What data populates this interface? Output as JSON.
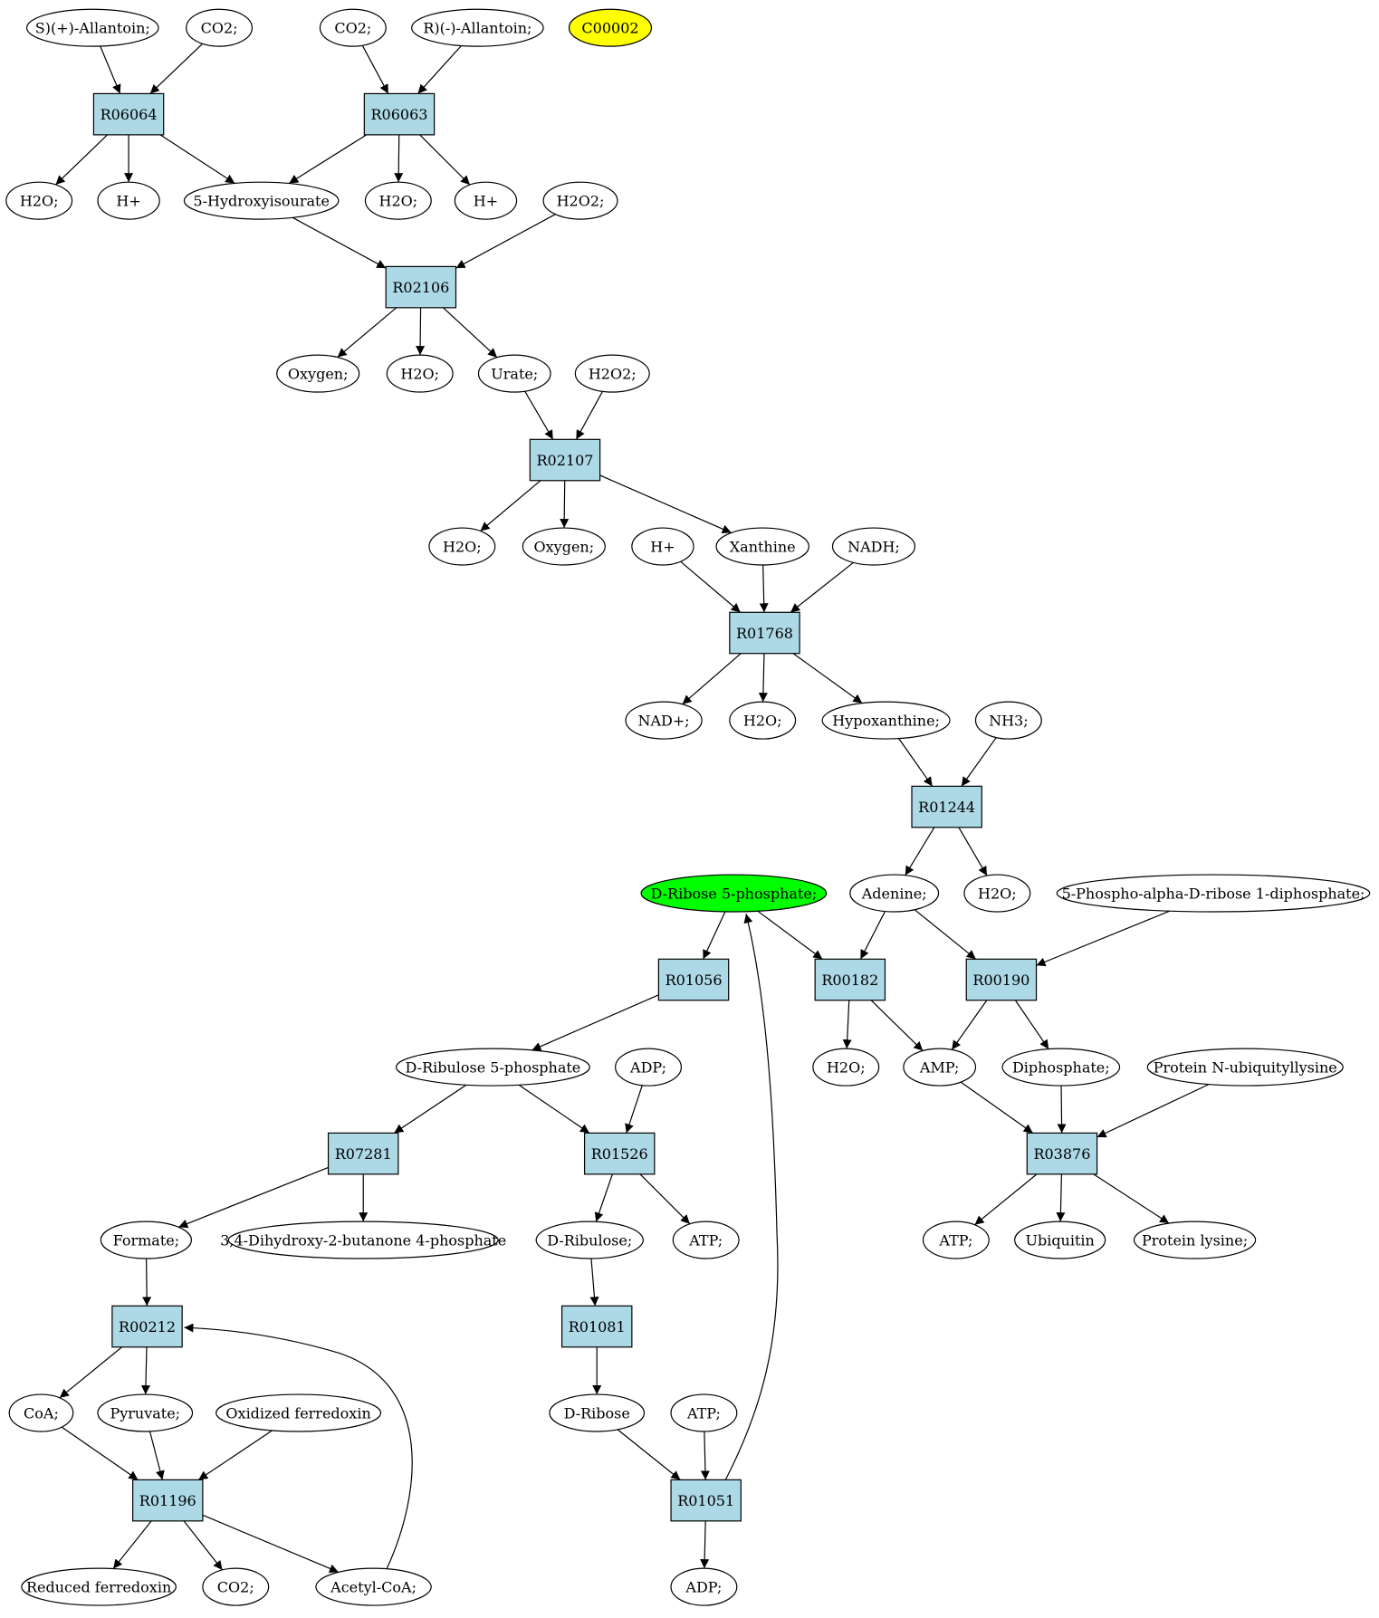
{
  "colors": {
    "reaction_fill": "#add8e6",
    "compound_fill": "#ffffff",
    "query_fill": "#ffff00",
    "target_fill": "#00ff00",
    "stroke": "#000000"
  },
  "nodes": [
    {
      "id": "c_s_allantoin",
      "label": "S)(+)-Allantoin;",
      "kind": "compound"
    },
    {
      "id": "c_co2_a",
      "label": "CO2;",
      "kind": "compound"
    },
    {
      "id": "c_co2_b",
      "label": "CO2;",
      "kind": "compound"
    },
    {
      "id": "c_r_allantoin",
      "label": "R)(-)-Allantoin;",
      "kind": "compound"
    },
    {
      "id": "c_c00002",
      "label": "C00002",
      "kind": "query"
    },
    {
      "id": "r_R06064",
      "label": "R06064",
      "kind": "reaction"
    },
    {
      "id": "r_R06063",
      "label": "R06063",
      "kind": "reaction"
    },
    {
      "id": "c_h2o_a",
      "label": "H2O;",
      "kind": "compound"
    },
    {
      "id": "c_hplus_a",
      "label": "H+",
      "kind": "compound"
    },
    {
      "id": "c_hydroxyisourate",
      "label": "5-Hydroxyisourate",
      "kind": "compound"
    },
    {
      "id": "c_h2o_b",
      "label": "H2O;",
      "kind": "compound"
    },
    {
      "id": "c_hplus_b",
      "label": "H+",
      "kind": "compound"
    },
    {
      "id": "c_h2o2_a",
      "label": "H2O2;",
      "kind": "compound"
    },
    {
      "id": "r_R02106",
      "label": "R02106",
      "kind": "reaction"
    },
    {
      "id": "c_oxygen_a",
      "label": "Oxygen;",
      "kind": "compound"
    },
    {
      "id": "c_h2o_c",
      "label": "H2O;",
      "kind": "compound"
    },
    {
      "id": "c_urate",
      "label": "Urate;",
      "kind": "compound"
    },
    {
      "id": "c_h2o2_b",
      "label": "H2O2;",
      "kind": "compound"
    },
    {
      "id": "r_R02107",
      "label": "R02107",
      "kind": "reaction"
    },
    {
      "id": "c_h2o_d",
      "label": "H2O;",
      "kind": "compound"
    },
    {
      "id": "c_oxygen_b",
      "label": "Oxygen;",
      "kind": "compound"
    },
    {
      "id": "c_hplus_c",
      "label": "H+",
      "kind": "compound"
    },
    {
      "id": "c_xanthine",
      "label": "Xanthine",
      "kind": "compound"
    },
    {
      "id": "c_nadh",
      "label": "NADH;",
      "kind": "compound"
    },
    {
      "id": "r_R01768",
      "label": "R01768",
      "kind": "reaction"
    },
    {
      "id": "c_nadplus",
      "label": "NAD+;",
      "kind": "compound"
    },
    {
      "id": "c_h2o_e",
      "label": "H2O;",
      "kind": "compound"
    },
    {
      "id": "c_hypoxanthine",
      "label": "Hypoxanthine;",
      "kind": "compound"
    },
    {
      "id": "c_nh3",
      "label": "NH3;",
      "kind": "compound"
    },
    {
      "id": "r_R01244",
      "label": "R01244",
      "kind": "reaction"
    },
    {
      "id": "c_ribose5p",
      "label": "D-Ribose 5-phosphate;",
      "kind": "target"
    },
    {
      "id": "c_adenine",
      "label": "Adenine;",
      "kind": "compound"
    },
    {
      "id": "c_h2o_f",
      "label": "H2O;",
      "kind": "compound"
    },
    {
      "id": "c_prpp",
      "label": "5-Phospho-alpha-D-ribose 1-diphosphate;",
      "kind": "compound"
    },
    {
      "id": "r_R01056",
      "label": "R01056",
      "kind": "reaction"
    },
    {
      "id": "r_R00182",
      "label": "R00182",
      "kind": "reaction"
    },
    {
      "id": "r_R00190",
      "label": "R00190",
      "kind": "reaction"
    },
    {
      "id": "c_ribulose5p",
      "label": "D-Ribulose 5-phosphate",
      "kind": "compound"
    },
    {
      "id": "c_adp_a",
      "label": "ADP;",
      "kind": "compound"
    },
    {
      "id": "c_h2o_g",
      "label": "H2O;",
      "kind": "compound"
    },
    {
      "id": "c_amp",
      "label": "AMP;",
      "kind": "compound"
    },
    {
      "id": "c_diphosphate",
      "label": "Diphosphate;",
      "kind": "compound"
    },
    {
      "id": "c_prot_ub",
      "label": "Protein N-ubiquityllysine",
      "kind": "compound"
    },
    {
      "id": "r_R07281",
      "label": "R07281",
      "kind": "reaction"
    },
    {
      "id": "r_R01526",
      "label": "R01526",
      "kind": "reaction"
    },
    {
      "id": "r_R03876",
      "label": "R03876",
      "kind": "reaction"
    },
    {
      "id": "c_formate",
      "label": "Formate;",
      "kind": "compound"
    },
    {
      "id": "c_dhbp",
      "label": "3,4-Dihydroxy-2-butanone 4-phosphate",
      "kind": "compound"
    },
    {
      "id": "c_ribulose",
      "label": "D-Ribulose;",
      "kind": "compound"
    },
    {
      "id": "c_atp_a",
      "label": "ATP;",
      "kind": "compound"
    },
    {
      "id": "c_atp_b",
      "label": "ATP;",
      "kind": "compound"
    },
    {
      "id": "c_ubiquitin",
      "label": "Ubiquitin",
      "kind": "compound"
    },
    {
      "id": "c_prot_lys",
      "label": "Protein lysine;",
      "kind": "compound"
    },
    {
      "id": "r_R00212",
      "label": "R00212",
      "kind": "reaction"
    },
    {
      "id": "r_R01081",
      "label": "R01081",
      "kind": "reaction"
    },
    {
      "id": "c_coa",
      "label": "CoA;",
      "kind": "compound"
    },
    {
      "id": "c_pyruvate",
      "label": "Pyruvate;",
      "kind": "compound"
    },
    {
      "id": "c_oxfd",
      "label": "Oxidized ferredoxin",
      "kind": "compound"
    },
    {
      "id": "c_ribose",
      "label": "D-Ribose",
      "kind": "compound"
    },
    {
      "id": "c_atp_c",
      "label": "ATP;",
      "kind": "compound"
    },
    {
      "id": "r_R01196",
      "label": "R01196",
      "kind": "reaction"
    },
    {
      "id": "r_R01051",
      "label": "R01051",
      "kind": "reaction"
    },
    {
      "id": "c_redfd",
      "label": "Reduced ferredoxin",
      "kind": "compound"
    },
    {
      "id": "c_co2_c",
      "label": "CO2;",
      "kind": "compound"
    },
    {
      "id": "c_acetylcoa",
      "label": "Acetyl-CoA;",
      "kind": "compound"
    },
    {
      "id": "c_adp_b",
      "label": "ADP;",
      "kind": "compound"
    }
  ],
  "edges": [
    {
      "from": "c_s_allantoin",
      "to": "r_R06064"
    },
    {
      "from": "c_co2_a",
      "to": "r_R06064"
    },
    {
      "from": "c_co2_b",
      "to": "r_R06063"
    },
    {
      "from": "c_r_allantoin",
      "to": "r_R06063"
    },
    {
      "from": "r_R06064",
      "to": "c_h2o_a"
    },
    {
      "from": "r_R06064",
      "to": "c_hplus_a"
    },
    {
      "from": "r_R06064",
      "to": "c_hydroxyisourate"
    },
    {
      "from": "r_R06063",
      "to": "c_hydroxyisourate"
    },
    {
      "from": "r_R06063",
      "to": "c_h2o_b"
    },
    {
      "from": "r_R06063",
      "to": "c_hplus_b"
    },
    {
      "from": "c_hydroxyisourate",
      "to": "r_R02106"
    },
    {
      "from": "c_h2o2_a",
      "to": "r_R02106"
    },
    {
      "from": "r_R02106",
      "to": "c_oxygen_a"
    },
    {
      "from": "r_R02106",
      "to": "c_h2o_c"
    },
    {
      "from": "r_R02106",
      "to": "c_urate"
    },
    {
      "from": "c_urate",
      "to": "r_R02107"
    },
    {
      "from": "c_h2o2_b",
      "to": "r_R02107"
    },
    {
      "from": "r_R02107",
      "to": "c_h2o_d"
    },
    {
      "from": "r_R02107",
      "to": "c_oxygen_b"
    },
    {
      "from": "r_R02107",
      "to": "c_xanthine"
    },
    {
      "from": "c_hplus_c",
      "to": "r_R01768"
    },
    {
      "from": "c_xanthine",
      "to": "r_R01768"
    },
    {
      "from": "c_nadh",
      "to": "r_R01768"
    },
    {
      "from": "r_R01768",
      "to": "c_nadplus"
    },
    {
      "from": "r_R01768",
      "to": "c_h2o_e"
    },
    {
      "from": "r_R01768",
      "to": "c_hypoxanthine"
    },
    {
      "from": "c_hypoxanthine",
      "to": "r_R01244"
    },
    {
      "from": "c_nh3",
      "to": "r_R01244"
    },
    {
      "from": "r_R01244",
      "to": "c_adenine"
    },
    {
      "from": "r_R01244",
      "to": "c_h2o_f"
    },
    {
      "from": "c_ribose5p",
      "to": "r_R01056"
    },
    {
      "from": "c_ribose5p",
      "to": "r_R00182"
    },
    {
      "from": "c_adenine",
      "to": "r_R00182"
    },
    {
      "from": "c_adenine",
      "to": "r_R00190"
    },
    {
      "from": "c_prpp",
      "to": "r_R00190"
    },
    {
      "from": "r_R01056",
      "to": "c_ribulose5p"
    },
    {
      "from": "r_R00182",
      "to": "c_h2o_g"
    },
    {
      "from": "r_R00182",
      "to": "c_amp"
    },
    {
      "from": "r_R00190",
      "to": "c_amp"
    },
    {
      "from": "r_R00190",
      "to": "c_diphosphate"
    },
    {
      "from": "c_ribulose5p",
      "to": "r_R07281"
    },
    {
      "from": "c_ribulose5p",
      "to": "r_R01526"
    },
    {
      "from": "c_adp_a",
      "to": "r_R01526"
    },
    {
      "from": "c_amp",
      "to": "r_R03876"
    },
    {
      "from": "c_diphosphate",
      "to": "r_R03876"
    },
    {
      "from": "c_prot_ub",
      "to": "r_R03876"
    },
    {
      "from": "r_R07281",
      "to": "c_formate"
    },
    {
      "from": "r_R07281",
      "to": "c_dhbp"
    },
    {
      "from": "r_R01526",
      "to": "c_ribulose"
    },
    {
      "from": "r_R01526",
      "to": "c_atp_a"
    },
    {
      "from": "r_R03876",
      "to": "c_atp_b"
    },
    {
      "from": "r_R03876",
      "to": "c_ubiquitin"
    },
    {
      "from": "r_R03876",
      "to": "c_prot_lys"
    },
    {
      "from": "c_formate",
      "to": "r_R00212"
    },
    {
      "from": "c_ribulose",
      "to": "r_R01081"
    },
    {
      "from": "r_R00212",
      "to": "c_coa"
    },
    {
      "from": "r_R00212",
      "to": "c_pyruvate"
    },
    {
      "from": "r_R01081",
      "to": "c_ribose"
    },
    {
      "from": "c_coa",
      "to": "r_R01196"
    },
    {
      "from": "c_pyruvate",
      "to": "r_R01196"
    },
    {
      "from": "c_oxfd",
      "to": "r_R01196"
    },
    {
      "from": "c_ribose",
      "to": "r_R01051"
    },
    {
      "from": "c_atp_c",
      "to": "r_R01051"
    },
    {
      "from": "r_R01196",
      "to": "c_redfd"
    },
    {
      "from": "r_R01196",
      "to": "c_co2_c"
    },
    {
      "from": "r_R01196",
      "to": "c_acetylcoa"
    },
    {
      "from": "r_R01051",
      "to": "c_adp_b"
    },
    {
      "from": "c_acetylcoa",
      "to": "r_R00212",
      "curve": "acetyl"
    },
    {
      "from": "r_R01051",
      "to": "c_ribose5p",
      "curve": "ribose"
    }
  ]
}
